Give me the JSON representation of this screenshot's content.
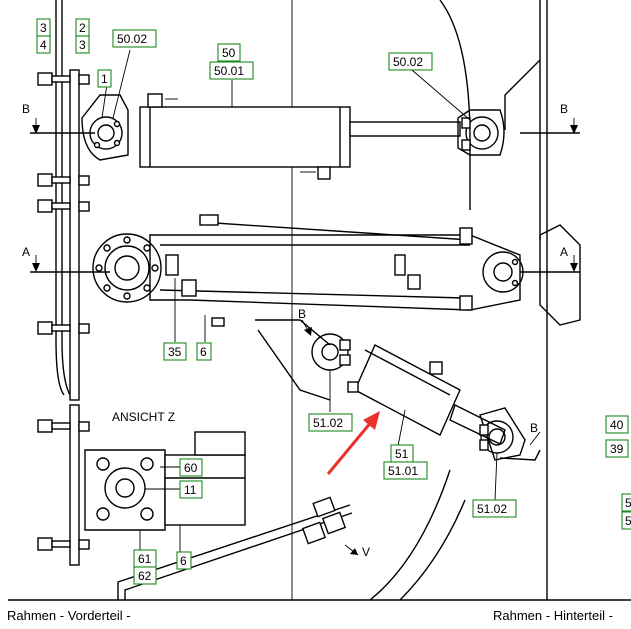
{
  "tags": {
    "t3": "3",
    "t4": "4",
    "t2": "2",
    "t3b": "3",
    "t1": "1",
    "t5002a": "50.02",
    "t50": "50",
    "t5001": "50.01",
    "t5002b": "50.02",
    "t35": "35",
    "t6a": "6",
    "t5102a": "51.02",
    "t51": "51",
    "t5101": "51.01",
    "t5102b": "51.02",
    "t60": "60",
    "t11": "11",
    "t61": "61",
    "t62": "62",
    "t6b": "6",
    "t40": "40",
    "t39": "39",
    "t5c": "5",
    "t5d": "5"
  },
  "section_marks": {
    "b_left": "B",
    "b_right": "B",
    "a_left": "A",
    "a_right": "A",
    "b_diag": "B",
    "v": "V"
  },
  "view_title": "ANSICHT Z",
  "captions": {
    "front": "Rahmen - Vorderteil -",
    "rear": "Rahmen - Hinterteil -"
  },
  "colors": {
    "tag_border": "#1c8a1c",
    "arrow": "#e8312b",
    "line": "#000000"
  }
}
